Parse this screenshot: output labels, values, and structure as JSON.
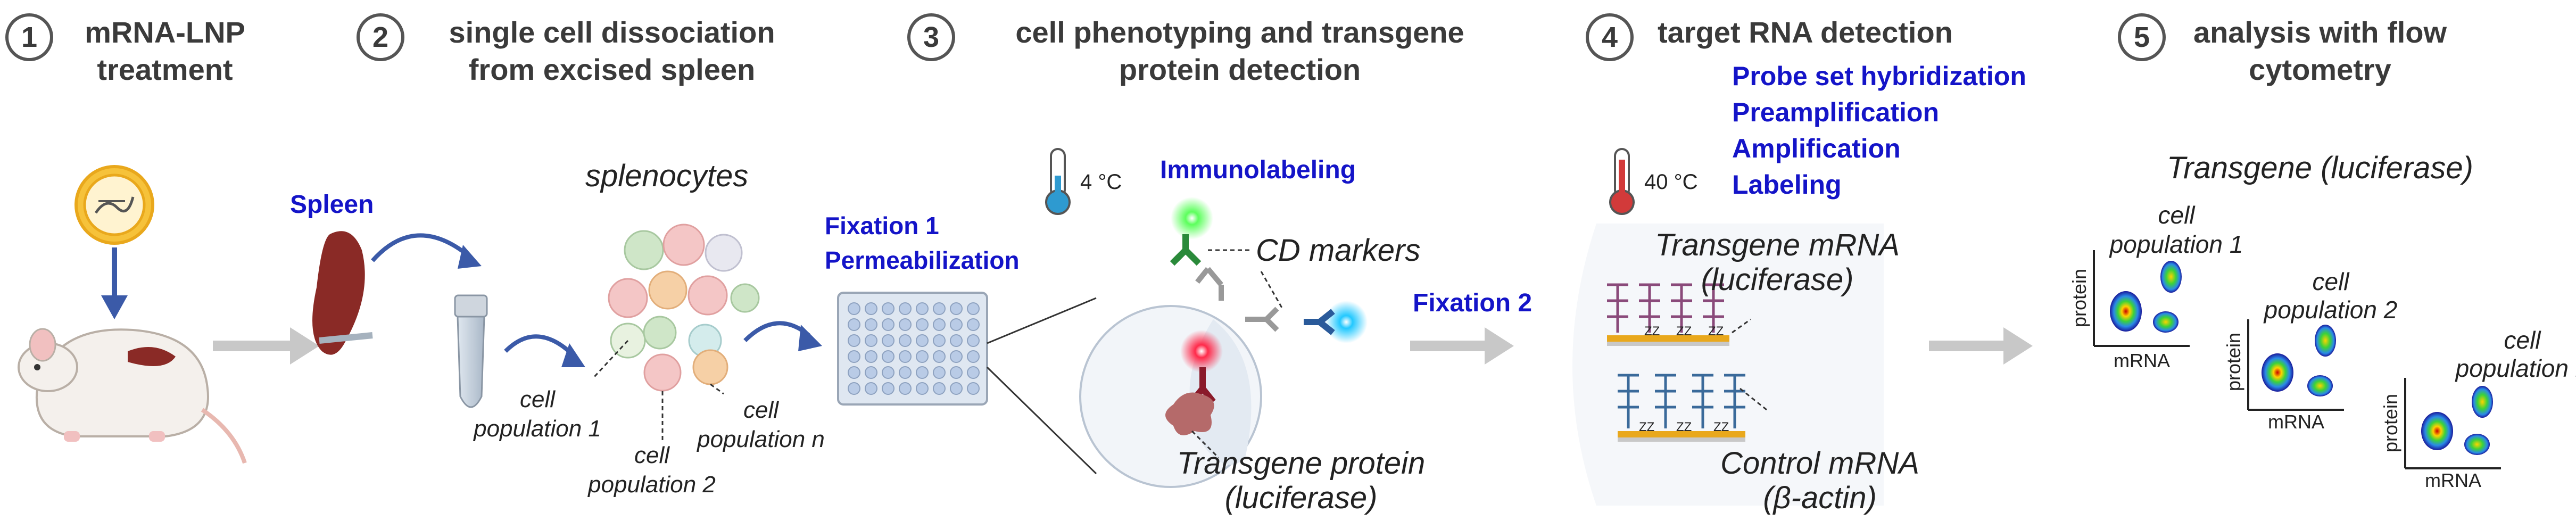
{
  "steps": [
    {
      "number": "1",
      "title_lines": [
        "mRNA-LNP",
        "treatment"
      ]
    },
    {
      "number": "2",
      "title_lines": [
        "single cell dissociation",
        "from excised spleen"
      ]
    },
    {
      "number": "3",
      "title_lines": [
        "cell phenotyping and transgene",
        "protein detection"
      ]
    },
    {
      "number": "4",
      "title_lines": [
        "target RNA detection"
      ]
    },
    {
      "number": "5",
      "title_lines": [
        "analysis with flow",
        "cytometry"
      ]
    }
  ],
  "step2": {
    "spleen": "Spleen",
    "splenocytes": "splenocytes",
    "pop1": [
      "cell",
      "population 1"
    ],
    "pop2": [
      "cell",
      "population 2"
    ],
    "popn": [
      "cell",
      "population n"
    ]
  },
  "step3": {
    "fixation1": [
      "Fixation 1",
      "Permeabilization"
    ],
    "temperature": "4 °C",
    "immunolabeling": "Immunolabeling",
    "cd_markers": "CD markers",
    "transgene_protein": [
      "Transgene protein",
      "(luciferase)"
    ]
  },
  "step4": {
    "fixation2": "Fixation 2",
    "temperature": "40 °C",
    "procedure": [
      "Probe set hybridization",
      "Preamplification",
      "Amplification",
      "Labeling"
    ],
    "transgene_mrna": [
      "Transgene mRNA",
      "(luciferase)"
    ],
    "control_mrna": [
      "Control mRNA",
      "(β-actin)"
    ],
    "zz": "ZZ"
  },
  "step5": {
    "transgene": "Transgene  (luciferase)",
    "plots": [
      {
        "population": [
          "cell",
          "population 1"
        ],
        "xlabel": "mRNA",
        "ylabel": "protein"
      },
      {
        "population": [
          "cell",
          "population 2"
        ],
        "xlabel": "mRNA",
        "ylabel": "protein"
      },
      {
        "population": [
          "cell",
          "population n"
        ],
        "xlabel": "mRNA",
        "ylabel": "protein"
      }
    ]
  },
  "colors": {
    "step_blue": "#1414c8",
    "heading_gray": "#3a3a3a",
    "arrow_gray": "#c8c8c8",
    "spleen": "#8a2a26",
    "gold": "#e9a81c",
    "probe_purple": "#8a4a7a",
    "probe_blue": "#3a6a9a"
  }
}
